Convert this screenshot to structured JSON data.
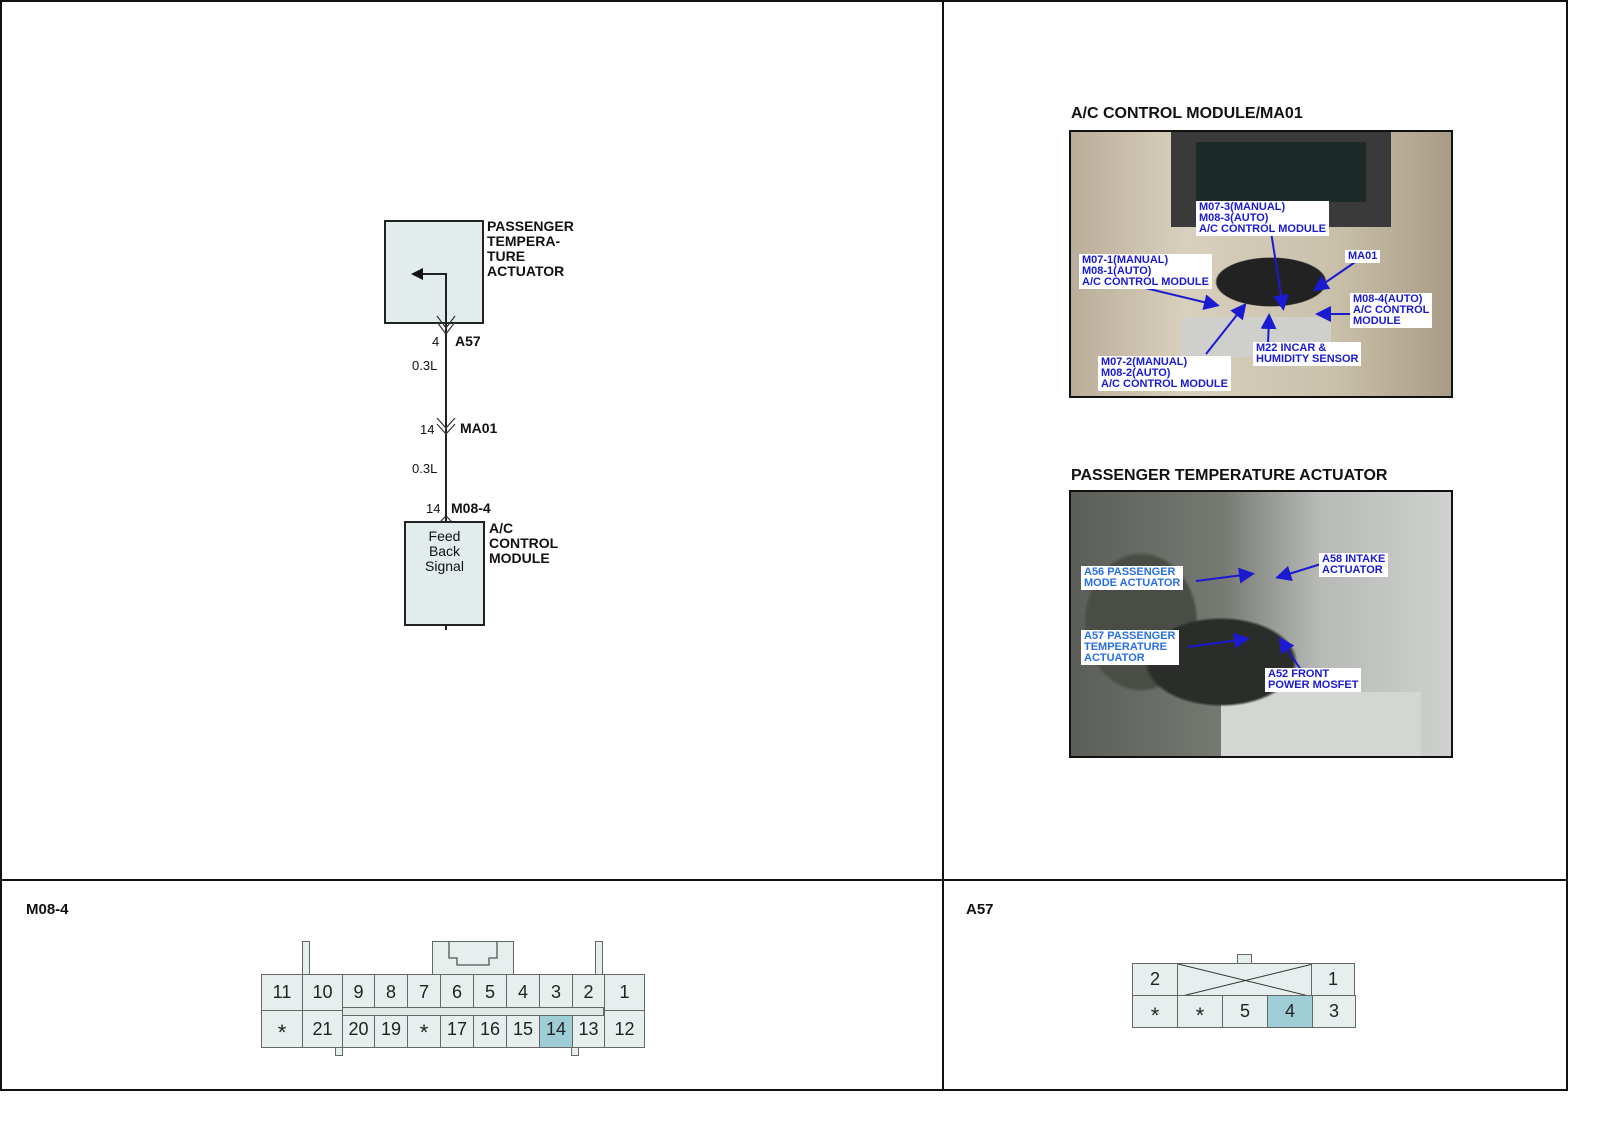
{
  "schematic": {
    "actuator_label": [
      "PASSENGER",
      "TEMPERA-",
      "TURE",
      "ACTUATOR"
    ],
    "module_label": [
      "A/C",
      "CONTROL",
      "MODULE"
    ],
    "module_inner": [
      "Feed",
      "Back",
      "Signal"
    ],
    "pin_a57": "4",
    "conn_a57": "A57",
    "wire1": "0.3L",
    "pin_ma01": "14",
    "conn_ma01": "MA01",
    "wire2": "0.3L",
    "pin_m084": "14",
    "conn_m084": "M08-4"
  },
  "photo1": {
    "title": "A/C CONTROL MODULE/MA01",
    "tags": [
      "M07-3(MANUAL)\nM08-3(AUTO)\nA/C CONTROL MODULE",
      "M07-1(MANUAL)\nM08-1(AUTO)\nA/C CONTROL MODULE",
      "MA01",
      "M08-4(AUTO)\nA/C CONTROL\nMODULE",
      "M22 INCAR &\nHUMIDITY SENSOR",
      "M07-2(MANUAL)\nM08-2(AUTO)\nA/C CONTROL MODULE"
    ]
  },
  "photo2": {
    "title": "PASSENGER TEMPERATURE ACTUATOR",
    "tags": [
      "A56 PASSENGER\nMODE ACTUATOR",
      "A58 INTAKE\nACTUATOR",
      "A57 PASSENGER\nTEMPERATURE\nACTUATOR",
      "A52 FRONT\nPOWER MOSFET"
    ]
  },
  "connector_m084": {
    "title": "M08-4",
    "top_row": [
      "11",
      "10",
      "9",
      "8",
      "7",
      "6",
      "5",
      "4",
      "3",
      "2",
      "1"
    ],
    "bottom_row": [
      "*",
      "21",
      "20",
      "19",
      "*",
      "17",
      "16",
      "15",
      "14",
      "13",
      "12"
    ],
    "highlight": "14"
  },
  "connector_a57": {
    "title": "A57",
    "top_row": [
      "2",
      "1"
    ],
    "bottom_row": [
      "*",
      "*",
      "5",
      "4",
      "3"
    ],
    "highlight": "4"
  },
  "colors": {
    "highlight": "#9fcdd6",
    "cell": "#e6eeee",
    "tag_text": "#1a1ad0"
  }
}
